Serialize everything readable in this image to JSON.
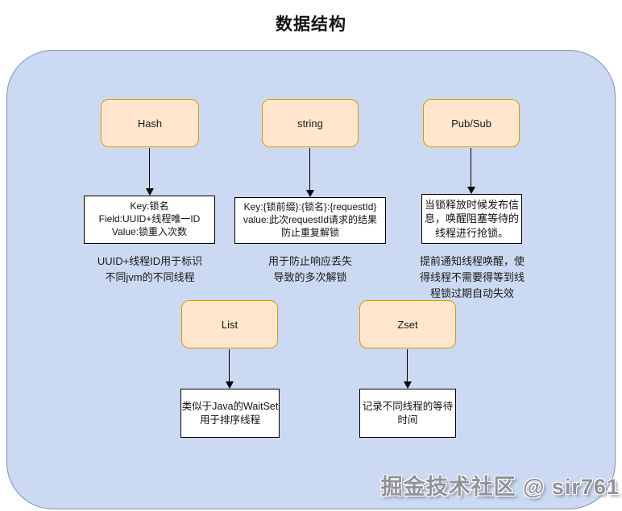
{
  "title": "数据结构",
  "watermark": "掘金技术社区 @ sir761",
  "colors": {
    "container_fill": "#ccd9f2",
    "container_border": "#7d90c0",
    "node_fill": "#ffe6cc",
    "node_border": "#d79b00",
    "detail_fill": "#ffffff",
    "detail_border": "#000000",
    "arrow": "#000000",
    "watermark_text": "#91919a"
  },
  "nodes": [
    {
      "label": "Hash",
      "detail_lines": [
        "Key:锁名",
        "Field:UUID+线程唯一ID",
        "Value:锁重入次数"
      ],
      "caption_lines": [
        "UUID+线程ID用于标识",
        "不同jvm的不同线程"
      ]
    },
    {
      "label": "string",
      "detail_lines": [
        "Key:{锁前缀}:{锁名}:{requestId}",
        "value:此次requestId请求的结果",
        "防止重复解锁"
      ],
      "caption_lines": [
        "用于防止响应丢失",
        "导致的多次解锁"
      ]
    },
    {
      "label": "Pub/Sub",
      "detail_lines": [
        "当锁释放时候发布信",
        "息，唤醒阻塞等待的",
        "线程进行抢锁。"
      ],
      "caption_lines": [
        "提前通知线程唤醒，使",
        "得线程不需要得等到线",
        "程锁过期自动失效"
      ]
    },
    {
      "label": "List",
      "detail_lines": [
        "类似于Java的WaitSet",
        "用于排序线程"
      ],
      "caption_lines": []
    },
    {
      "label": "Zset",
      "detail_lines": [
        "记录不同线程的等待",
        "时间"
      ],
      "caption_lines": []
    }
  ]
}
